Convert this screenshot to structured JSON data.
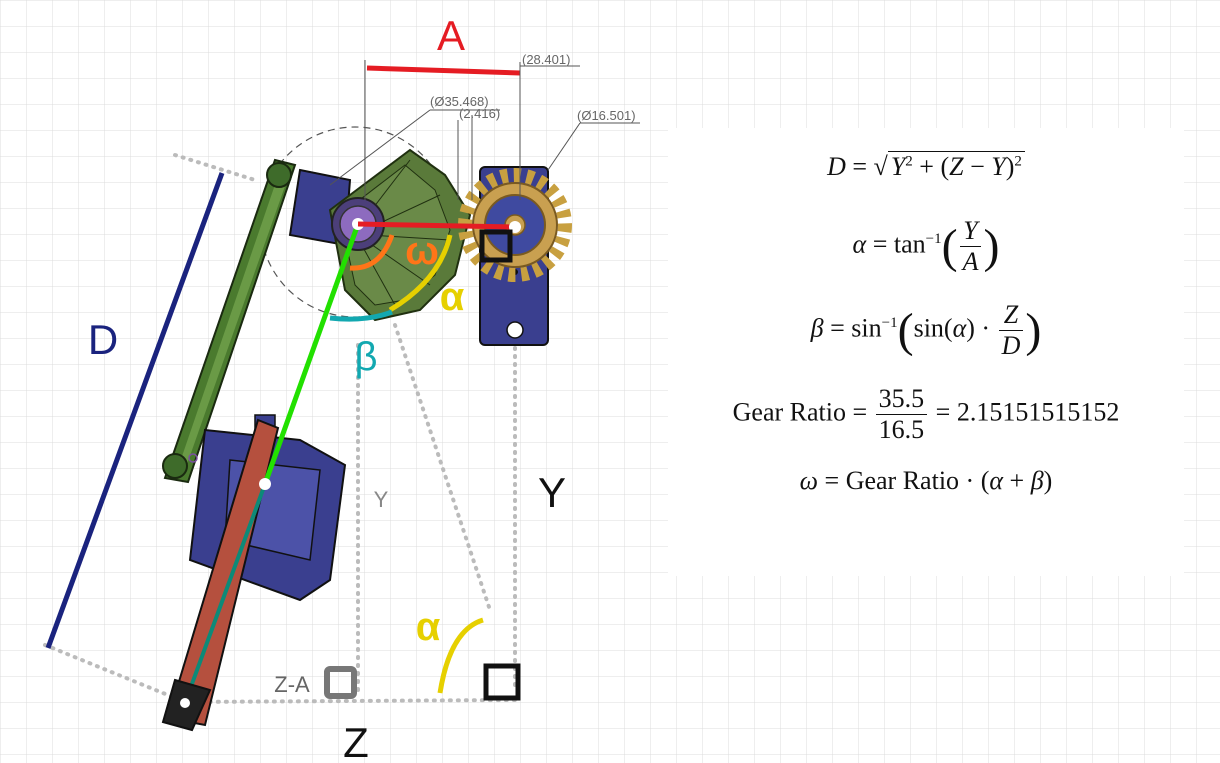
{
  "colors": {
    "A": "#e51c23",
    "D": "#1a237e",
    "omega": "#ff7518",
    "alpha": "#e6d000",
    "beta": "#12a8b0",
    "link": "#22e000",
    "Y_small": "#888888",
    "Y_big": "#111111",
    "Z": "#111111",
    "ZA": "#666666",
    "grid": "#d8d8d8"
  },
  "labels": {
    "A": "A",
    "D": "D",
    "omega": "ω",
    "alpha": "α",
    "beta": "β",
    "alpha_lower": "α",
    "Y_small": "Y",
    "Y_big": "Y",
    "Z": "Z",
    "ZA": "Z-A"
  },
  "dimensions": {
    "top": "(28.401)",
    "large_diameter": "(Ø35.468)",
    "small": "(2.416)",
    "gear_diameter": "(Ø16.501)"
  },
  "formulas": {
    "gear_ratio_num": "35.5",
    "gear_ratio_den": "16.5",
    "gear_ratio_value": "2.15151515152",
    "gear_ratio_label": "Gear Ratio"
  },
  "icons": [
    "servo-motor-icon",
    "spur-gear-icon",
    "sector-gear-icon",
    "right-angle-marker-icon"
  ]
}
